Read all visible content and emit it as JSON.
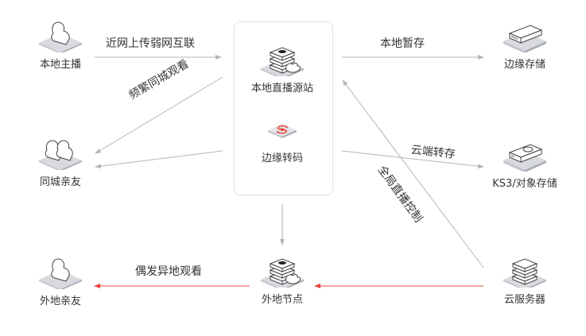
{
  "nodes": {
    "local_anchor": "本地主播",
    "local_source": "本地直播源站",
    "edge_transcode": "边缘转码",
    "edge_storage": "边缘存储",
    "same_city_friends": "同城亲友",
    "ks3_storage": "KS3/对象存储",
    "remote_friends": "外地亲友",
    "remote_node": "外地节点",
    "cloud_server": "云服务器"
  },
  "edges": {
    "near_network": "近网上传弱网互联",
    "local_temp_store": "本地暂存",
    "frequent_same_city": "频繁同城观看",
    "cloud_dump": "云端转存",
    "global_control": "全局直播控制",
    "occasional_remote": "偶发异地观看"
  },
  "colors": {
    "arrow_gray": "#b4b6bd",
    "arrow_red": "#e8453c",
    "accent_red": "#e8453c"
  }
}
